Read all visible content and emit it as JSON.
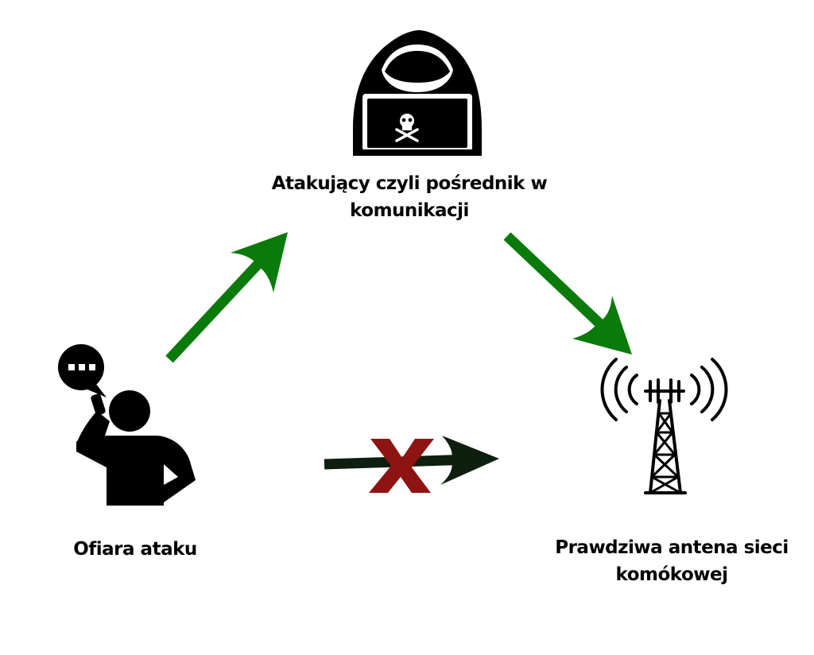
{
  "nodes": {
    "attacker": {
      "label_line1": "Atakujący czyli pośrednik w",
      "label_line2": "komunikacji",
      "icon": "hacker-icon"
    },
    "victim": {
      "label": "Ofiara ataku",
      "icon": "person-phone-icon",
      "bubble_icon": "speech-bubble-icon"
    },
    "antenna": {
      "label_line1": "Prawdziwa antena sieci",
      "label_line2": "komókowej",
      "icon": "cell-tower-icon"
    }
  },
  "edges": [
    {
      "from": "victim",
      "to": "attacker",
      "status": "active",
      "color": "#0a7a0a"
    },
    {
      "from": "attacker",
      "to": "antenna",
      "status": "active",
      "color": "#0a7a0a"
    },
    {
      "from": "victim",
      "to": "antenna",
      "status": "blocked",
      "color": "#0f1f0f",
      "mark_color": "#8e1414"
    }
  ],
  "colors": {
    "green_arrow": "#0a7a0a",
    "blocked_arrow": "#0f1f0f",
    "x_mark": "#8e1414",
    "icon": "#000000"
  }
}
